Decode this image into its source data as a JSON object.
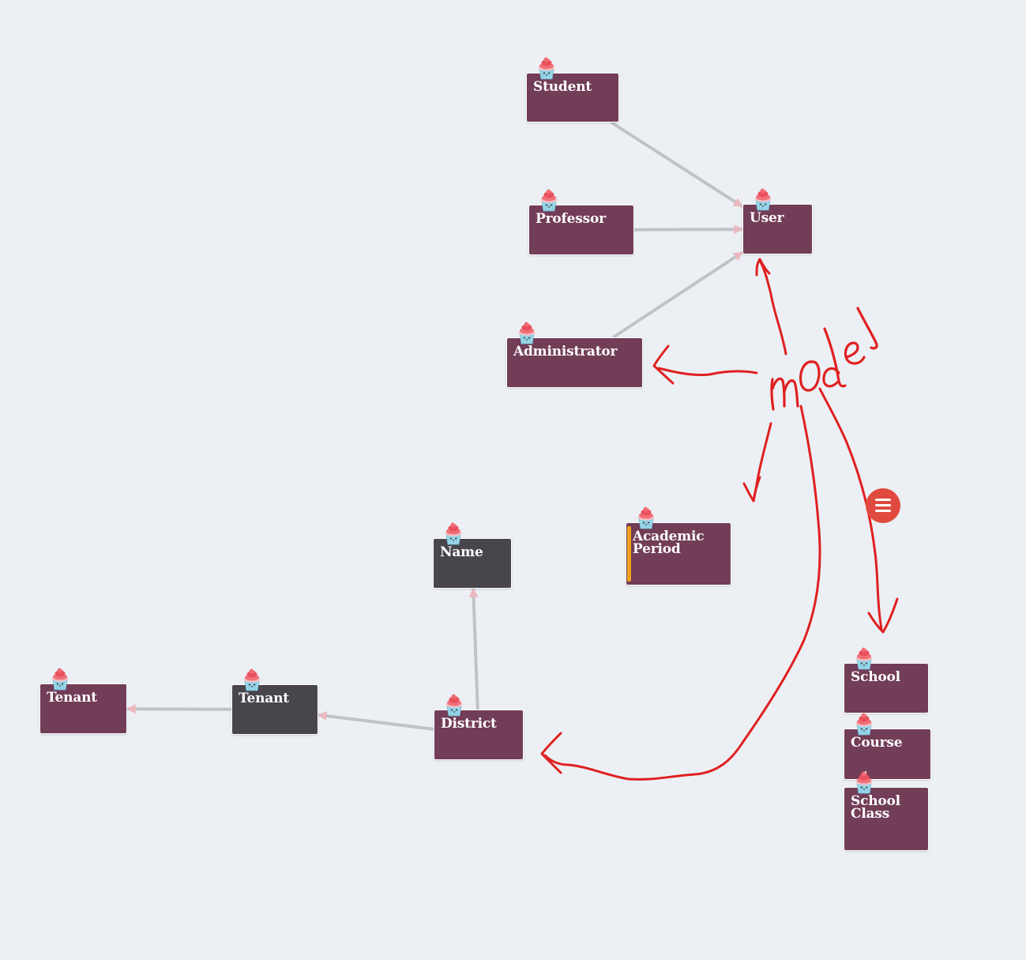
{
  "colors": {
    "background": "#ecf0f5",
    "node_model": "#723d57",
    "node_attribute": "#48464b",
    "edge": "#c0c2c7",
    "arrowhead": "#eab9bf",
    "annotation": "#e02020",
    "flag": "#f0a21e",
    "menu_button": "#e04a3e"
  },
  "nodes": [
    {
      "id": "student",
      "label": "Student",
      "kind": "model",
      "icon": "cupcake-icon"
    },
    {
      "id": "professor",
      "label": "Professor",
      "kind": "model",
      "icon": "cupcake-icon"
    },
    {
      "id": "user",
      "label": "User",
      "kind": "model",
      "icon": "cupcake-icon"
    },
    {
      "id": "administrator",
      "label": "Administrator",
      "kind": "model",
      "icon": "cupcake-icon"
    },
    {
      "id": "academic-period",
      "label": "Academic\nPeriod",
      "kind": "model",
      "icon": "cupcake-icon",
      "flagged": true
    },
    {
      "id": "name",
      "label": "Name",
      "kind": "attribute",
      "icon": "cupcake-icon"
    },
    {
      "id": "district",
      "label": "District",
      "kind": "model",
      "icon": "cupcake-icon"
    },
    {
      "id": "tenant-attr",
      "label": "Tenant",
      "kind": "attribute",
      "icon": "cupcake-icon"
    },
    {
      "id": "tenant",
      "label": "Tenant",
      "kind": "model",
      "icon": "cupcake-icon"
    },
    {
      "id": "school",
      "label": "School",
      "kind": "model",
      "icon": "cupcake-icon"
    },
    {
      "id": "course",
      "label": "Course",
      "kind": "model",
      "icon": "cupcake-icon"
    },
    {
      "id": "school-class",
      "label": "School\nClass",
      "kind": "model",
      "icon": "cupcake-icon"
    }
  ],
  "edges": [
    {
      "from": "student",
      "to": "user"
    },
    {
      "from": "professor",
      "to": "user"
    },
    {
      "from": "administrator",
      "to": "user"
    },
    {
      "from": "district",
      "to": "name"
    },
    {
      "from": "district",
      "to": "tenant-attr"
    },
    {
      "from": "tenant-attr",
      "to": "tenant"
    }
  ],
  "annotation": {
    "text": "model",
    "style": "handwritten",
    "points_to": [
      "user",
      "administrator",
      "academic-period",
      "school",
      "district"
    ]
  },
  "menu_button": {
    "icon": "hamburger-menu-icon"
  }
}
